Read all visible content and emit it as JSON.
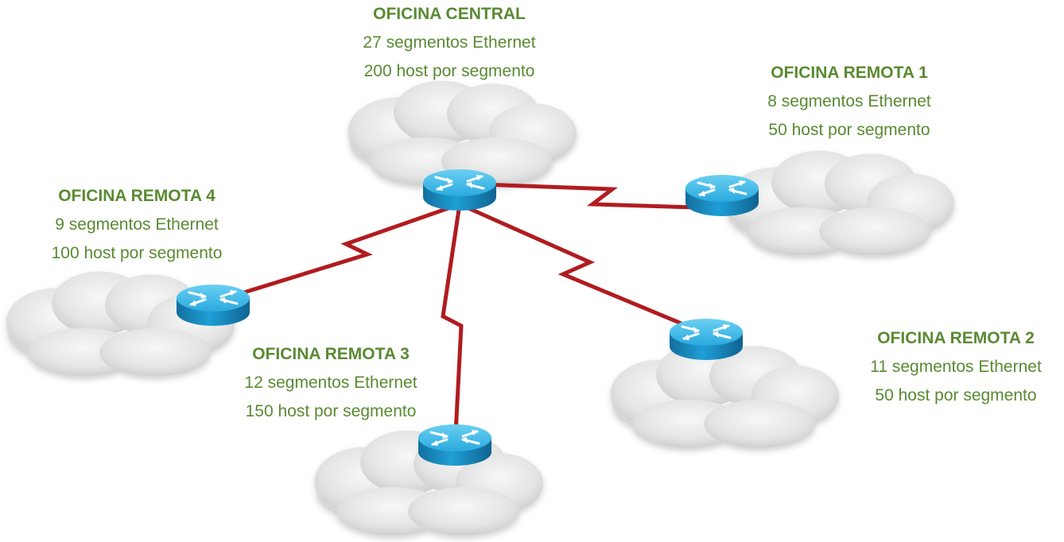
{
  "colors": {
    "label_text": "#5a8a32",
    "wan_link": "#b01c20",
    "router_body": "#1a8fc4",
    "router_top": "#45bdea",
    "cloud": "#e6e6e6"
  },
  "nodes": {
    "central": {
      "name": "OFICINA CENTRAL",
      "segments": "27 segmentos Ethernet",
      "hosts": "200 host por segmento",
      "icon": "router-icon"
    },
    "remote1": {
      "name": "OFICINA REMOTA 1",
      "segments": "8 segmentos Ethernet",
      "hosts": "50 host por segmento",
      "icon": "router-icon"
    },
    "remote2": {
      "name": "OFICINA REMOTA 2",
      "segments": "11 segmentos Ethernet",
      "hosts": "50 host por segmento",
      "icon": "router-icon"
    },
    "remote3": {
      "name": "OFICINA REMOTA 3",
      "segments": "12 segmentos Ethernet",
      "hosts": "150 host por segmento",
      "icon": "router-icon"
    },
    "remote4": {
      "name": "OFICINA REMOTA 4",
      "segments": "9 segmentos Ethernet",
      "hosts": "100 host por segmento",
      "icon": "router-icon"
    }
  },
  "links": [
    {
      "from": "central",
      "to": "remote1",
      "type": "serial-wan"
    },
    {
      "from": "central",
      "to": "remote2",
      "type": "serial-wan"
    },
    {
      "from": "central",
      "to": "remote3",
      "type": "serial-wan"
    },
    {
      "from": "central",
      "to": "remote4",
      "type": "serial-wan"
    }
  ]
}
